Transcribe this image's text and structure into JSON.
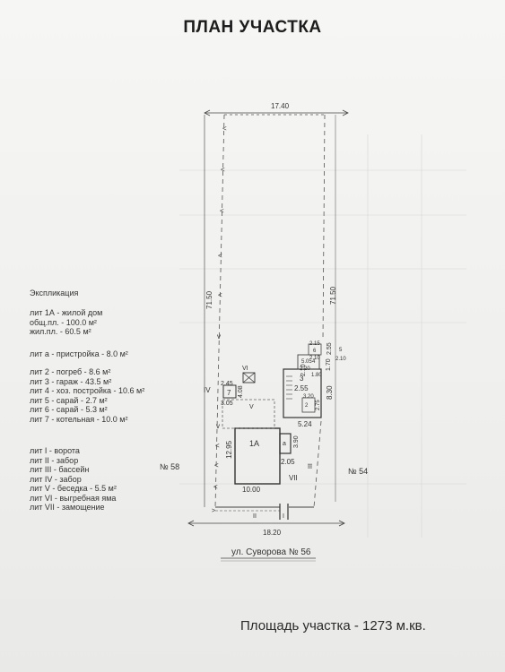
{
  "title": "ПЛАН УЧАСТКА",
  "legend": {
    "heading": "Экспликация",
    "group1": [
      "лит 1А - жилой дом",
      "общ.пл. - 100.0 м²",
      "жил.пл. -  60.5 м²"
    ],
    "group2": [
      "лит а - пристройка -  8.0 м²"
    ],
    "group3": [
      "лит 2 - погреб - 8.6 м²",
      "лит 3 - гараж - 43.5 м²",
      "лит 4 - хоз. постройка - 10.6 м²",
      "лит 5 - сарай  - 2.7 м²",
      "лит 6 - сарай - 5.3 м²",
      "лит 7 - котельная - 10.0 м²"
    ],
    "group4": [
      "лит I - ворота",
      "лит II - забор",
      "лит III - бассейн",
      "лит IV - забор",
      "лит V - беседка - 5.5 м²",
      "лит VI - выгребная яма",
      "лит VII - замощение"
    ]
  },
  "plan": {
    "top_width": "17.40",
    "bottom_width": "18.20",
    "left_length": "71.50",
    "right_length": "71.50",
    "neighbor_left": "№ 58",
    "neighbor_right": "№ 54",
    "house_label": "1A",
    "house_height": "12.95",
    "house_width": "10.00",
    "annex_label": "a",
    "annex_height": "3.90",
    "annex_width": "2.05",
    "garage_label": "3",
    "garage_width_top": "2.55",
    "garage_width": "5.24",
    "garage_height": "8.30",
    "dim_1_70": "1.70",
    "dim_2_55": "2.55",
    "dim_2_10a": "2.10",
    "dim_2_10b": "2.10",
    "dim_2_10c": "2.10",
    "dim_2_15": "2.15",
    "dim_2_20": "2.20",
    "dim_5_05": "5.05",
    "dim_1_80": "1.80",
    "dim_3_20": "3.20",
    "dim_2_75": "2.75",
    "dim_2_45": "2.45",
    "dim_4_08": "4.08",
    "dim_3_05": "3.05",
    "lit_7": "7",
    "lit_6": "6",
    "lit_5": "5",
    "lit_4": "4",
    "lit_2": "2",
    "lit_IV": "IV",
    "lit_VI": "VI",
    "lit_V": "V",
    "lit_VII": "VII",
    "lit_III": "III",
    "lit_II": "II",
    "lit_I": "I"
  },
  "street": "ул. Суворова № 56",
  "area": "Площадь участка - 1273 м.кв."
}
